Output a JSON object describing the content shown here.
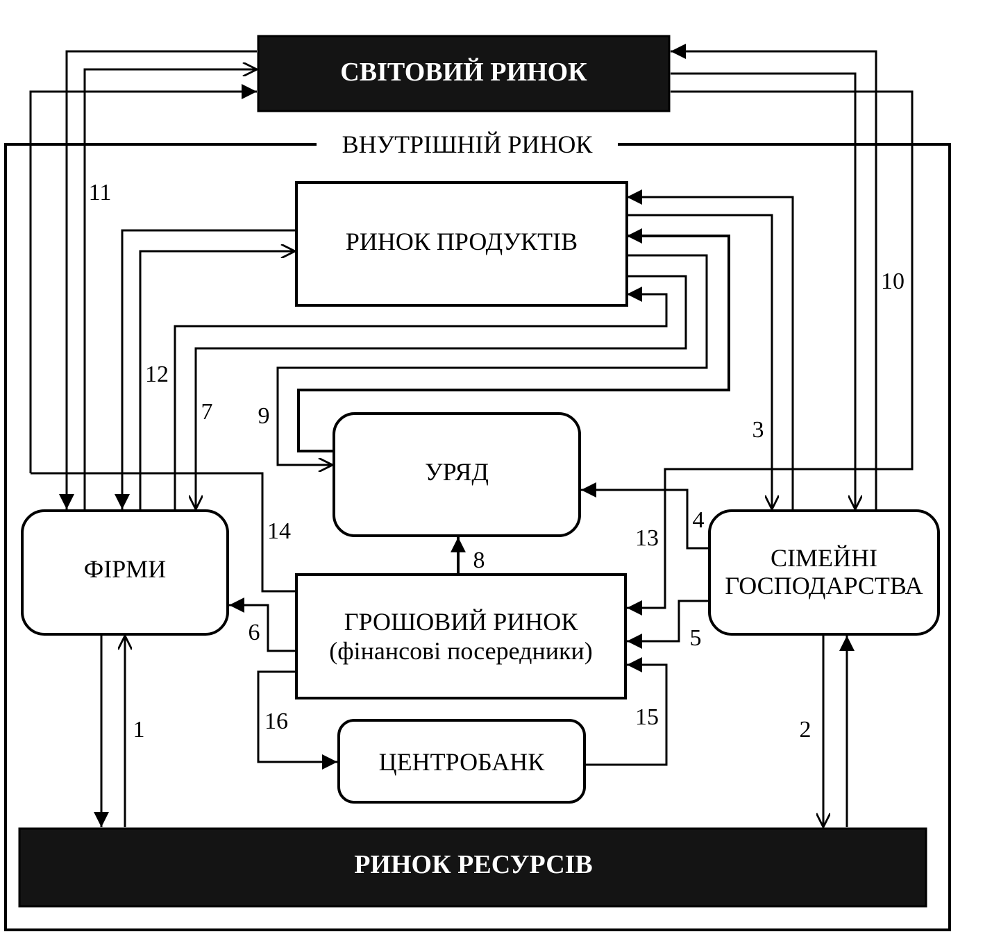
{
  "nodes": {
    "world_market": "СВІТОВИЙ РИНОК",
    "domestic_market": "ВНУТРІШНІЙ РИНОК",
    "product_market": "РИНОК ПРОДУКТІВ",
    "government": "УРЯД",
    "firms": "ФІРМИ",
    "households_line1": "СІМЕЙНІ",
    "households_line2": "ГОСПОДАРСТВА",
    "money_market_line1": "ГРОШОВИЙ РИНОК",
    "money_market_line2": "(фінансові посередники)",
    "central_bank": "ЦЕНТРОБАНК",
    "resource_market": "РИНОК РЕСУРСІВ"
  },
  "flow_labels": {
    "f1": "1",
    "f2": "2",
    "f3": "3",
    "f4": "4",
    "f5": "5",
    "f6": "6",
    "f7": "7",
    "f8": "8",
    "f9": "9",
    "f10": "10",
    "f11": "11",
    "f12": "12",
    "f13": "13",
    "f14": "14",
    "f15": "15",
    "f16": "16"
  },
  "colors": {
    "dark_fill": "#141414",
    "line": "#000000",
    "background": "#ffffff"
  }
}
